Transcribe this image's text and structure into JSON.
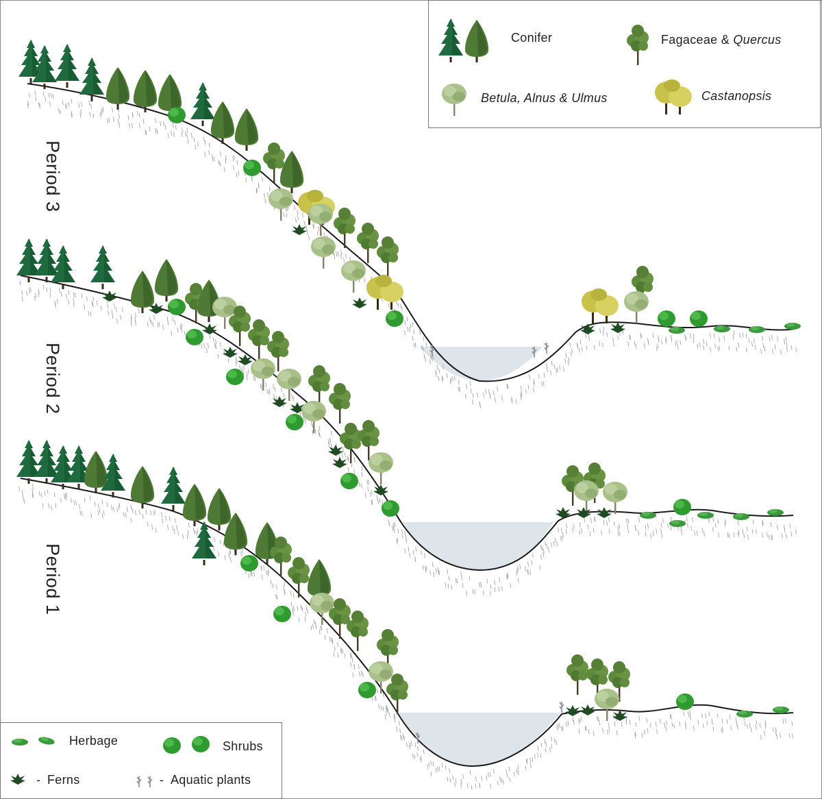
{
  "figure": {
    "periods": [
      {
        "label": "Period 3"
      },
      {
        "label": "Period 2"
      },
      {
        "label": "Period 1"
      }
    ]
  },
  "legend_top": {
    "items": [
      {
        "icon": "conifer-icon",
        "label": "Conifer"
      },
      {
        "icon": "fagaceae-tree-icon",
        "label_plain": "Fagaceae & ",
        "label_italic": "Quercus"
      },
      {
        "icon": "betula-tree-icon",
        "label_italic": "Betula, Alnus & Ulmus"
      },
      {
        "icon": "castanopsis-tree-icon",
        "label_italic": "Castanopsis"
      }
    ]
  },
  "legend_bottom": {
    "items": [
      {
        "icon": "herbage-icon",
        "label": "Herbage"
      },
      {
        "icon": "shrub-icon",
        "label": "Shrubs"
      },
      {
        "icon": "fern-icon",
        "separator": "-",
        "label": "Ferns"
      },
      {
        "icon": "aquatic-plant-icon",
        "separator": "-",
        "label": "Aquatic plants"
      }
    ]
  },
  "colors": {
    "conifer": "#1f6b3f",
    "conifer_light": "#4a7a3a",
    "fagaceae": "#5e8a3c",
    "betula": "#a9c08a",
    "castanopsis": "#c9c24a",
    "shrub": "#2f9a2f",
    "herbage": "#3a9a3a",
    "fern": "#1f4a22",
    "aquatic": "#8a8e96",
    "water": "#dde5ea",
    "terrain_line": "#1a1a1a",
    "hatch": "#9a9a9a"
  }
}
